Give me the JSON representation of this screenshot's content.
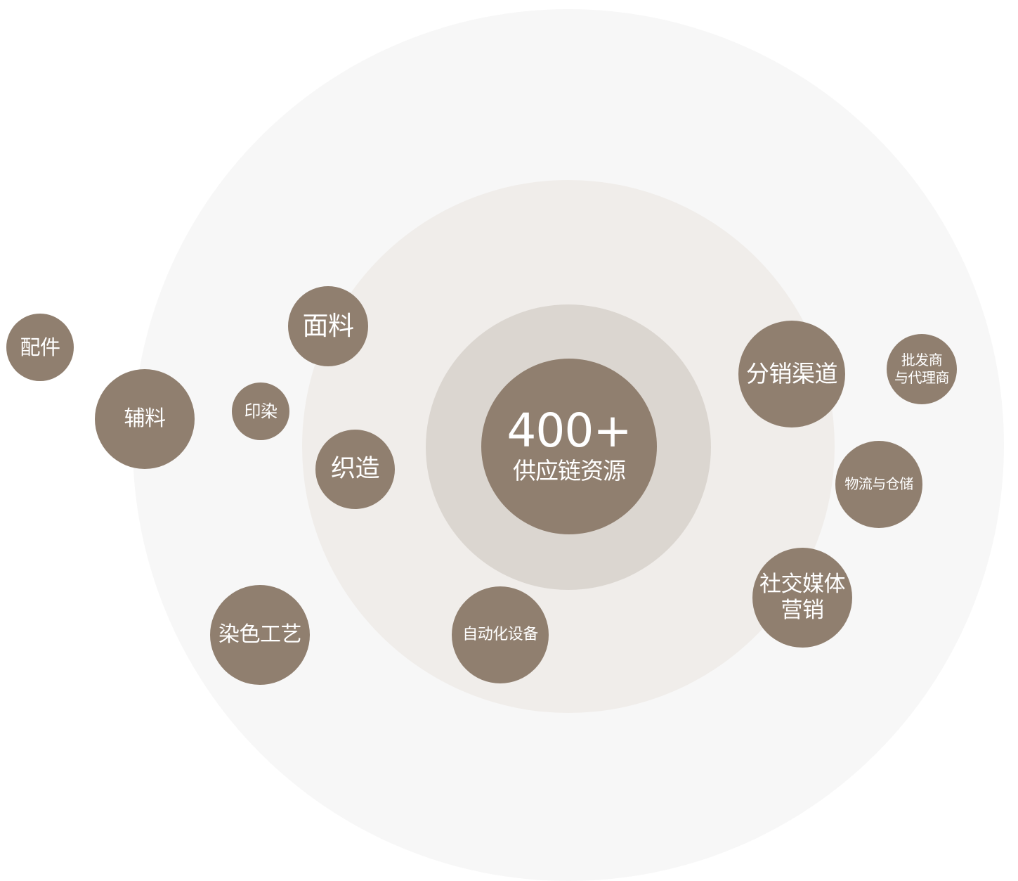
{
  "colors": {
    "bubble": "#907f6f",
    "ring_outer": "#f7f7f7",
    "ring_middle": "#f0edea",
    "ring_inner": "#dbd6d0",
    "text": "#ffffff"
  },
  "center": {
    "number": "400+",
    "label": "供应链资源"
  },
  "nodes": {
    "peijian": "配件",
    "mianliao": "面料",
    "fuliao": "辅料",
    "yinran": "印染",
    "zhizao": "织造",
    "ransegongyi": "染色工艺",
    "zidonghuashebei": "自动化设备",
    "fenxiaoqudao": "分销渠道",
    "pifashang_line1": "批发商",
    "pifashang_line2": "与代理商",
    "wuliu": "物流与仓储",
    "shejiao_line1": "社交媒体",
    "shejiao_line2": "营销"
  }
}
